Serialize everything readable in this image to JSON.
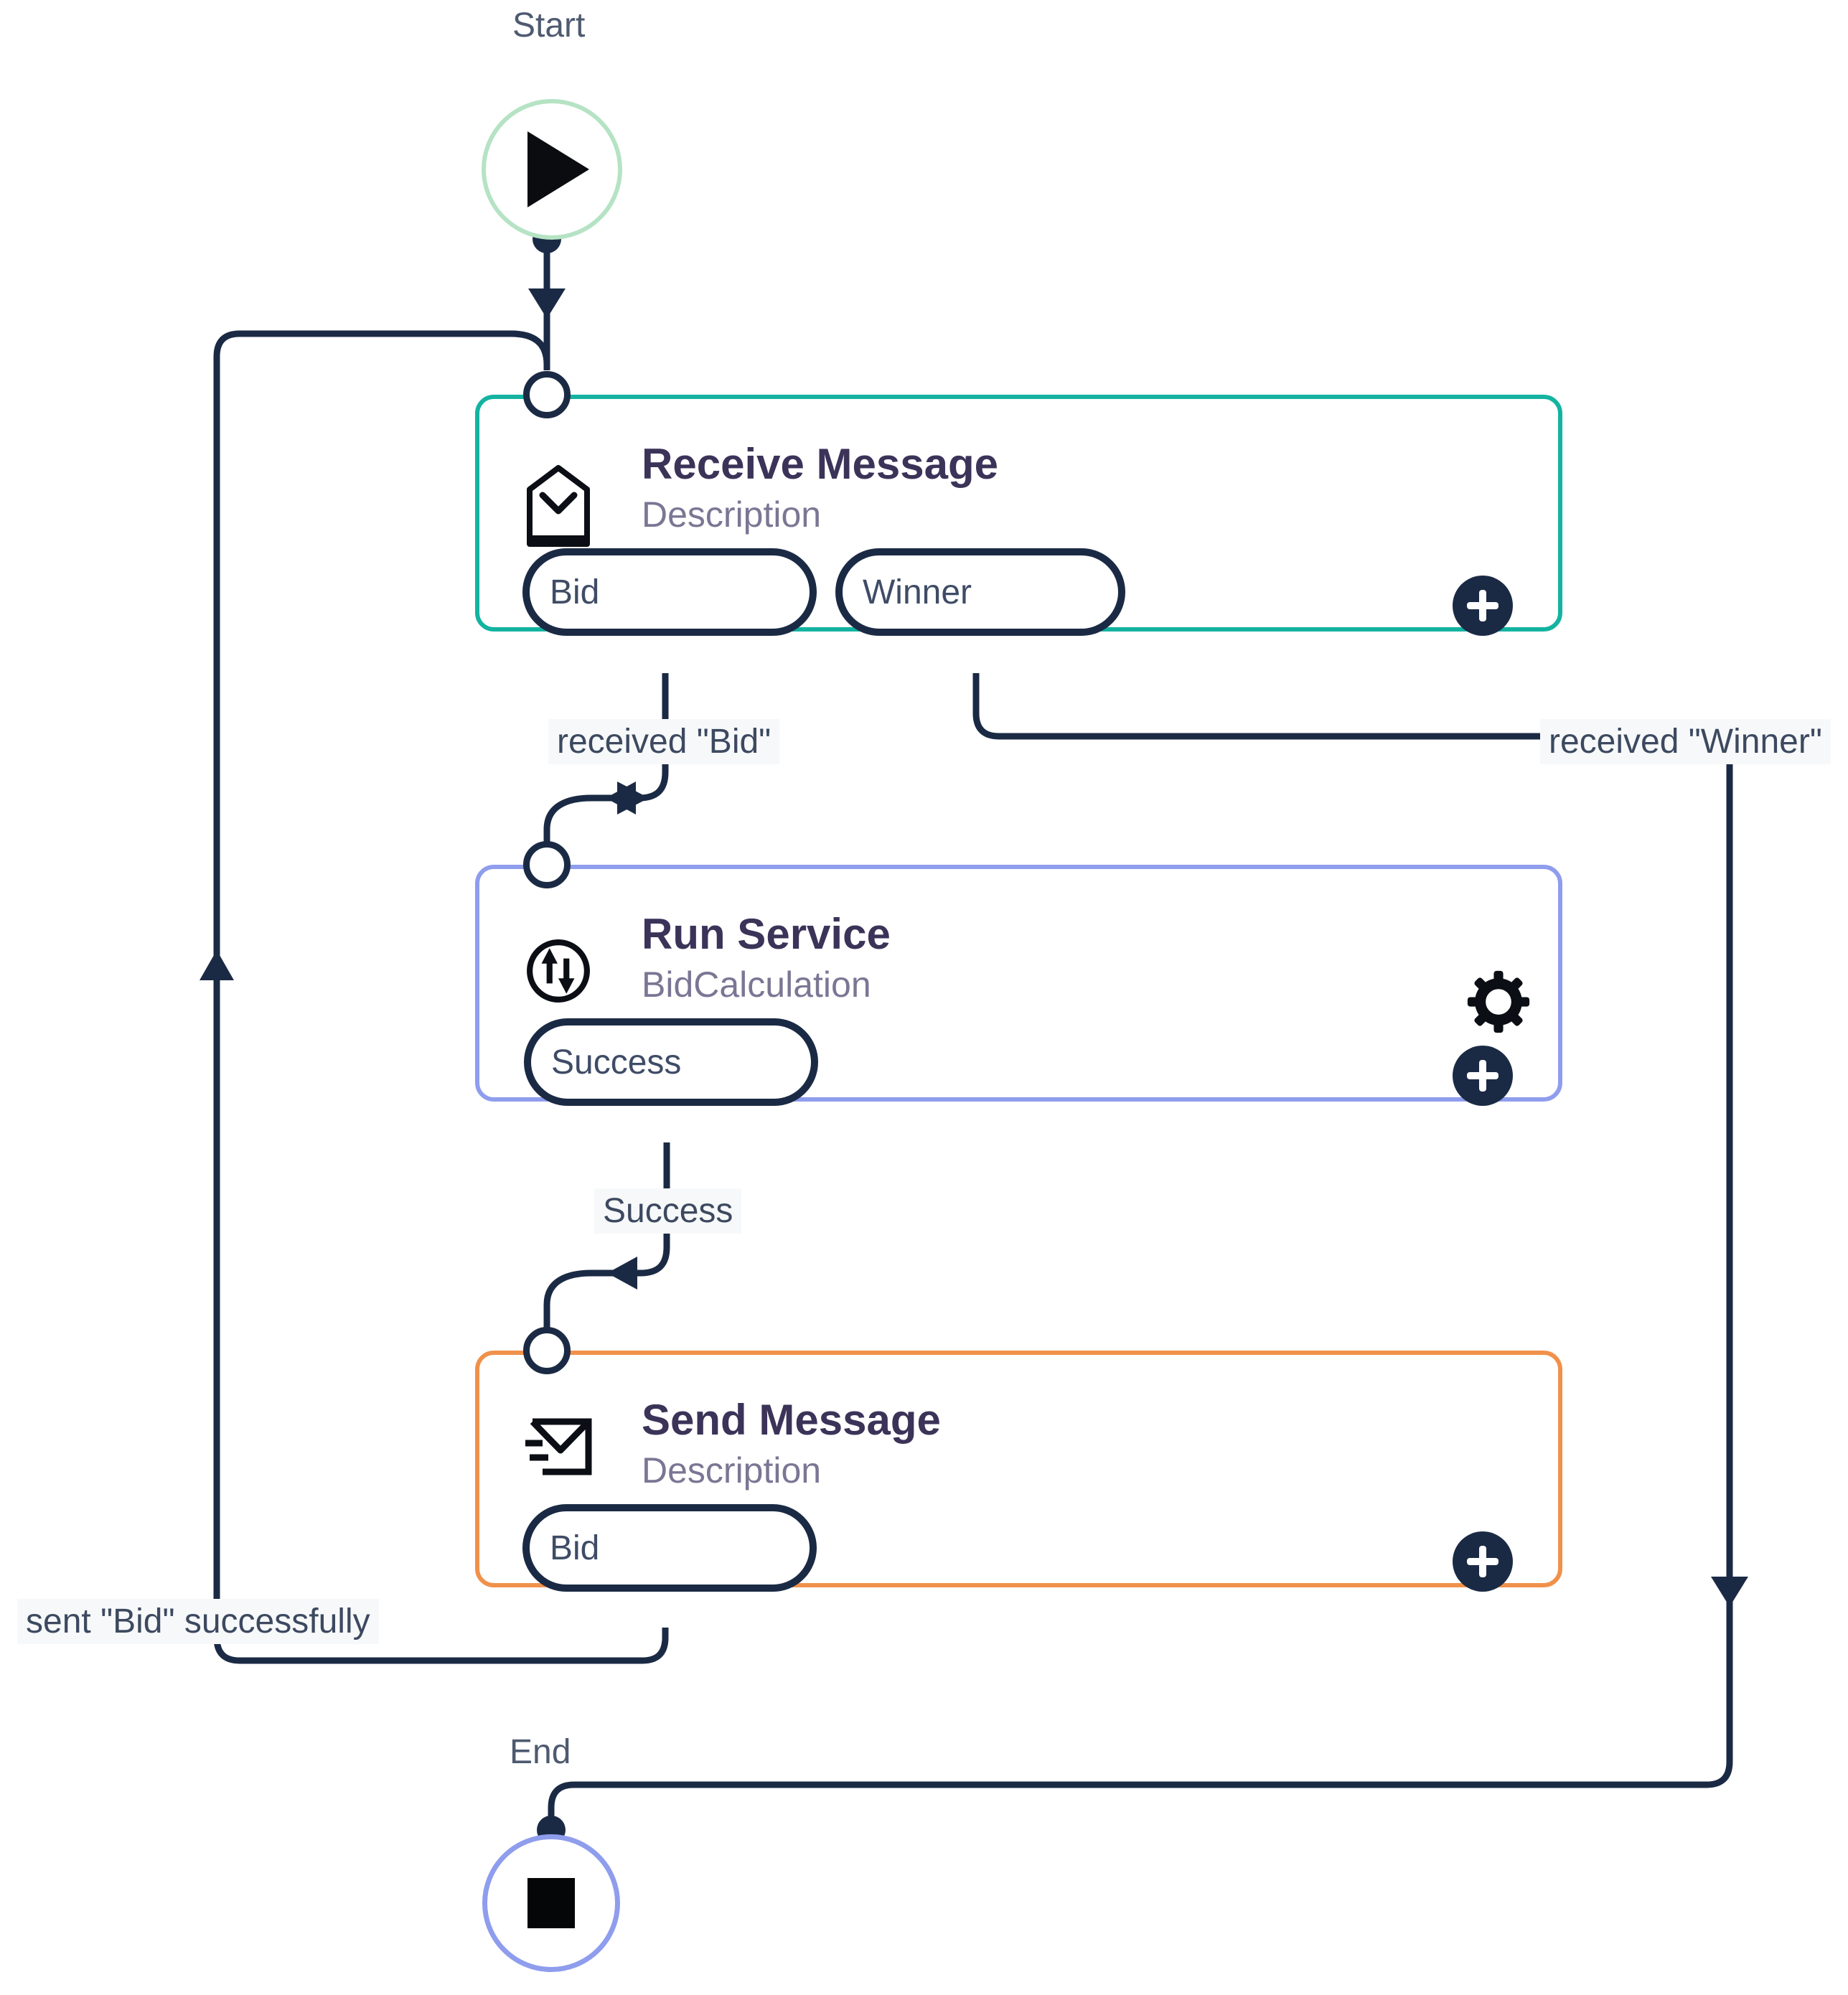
{
  "diagram": {
    "start": {
      "label": "Start"
    },
    "end": {
      "label": "End"
    },
    "nodes": [
      {
        "title": "Receive Message",
        "subtitle": "Description",
        "accent": "#14b3a1",
        "icon": "mail-receive-icon",
        "pills": [
          "Bid",
          "Winner"
        ]
      },
      {
        "title": "Run Service",
        "subtitle": "BidCalculation",
        "accent": "#8f9ded",
        "icon": "sync-arrows-icon",
        "pills": [
          "Success"
        ]
      },
      {
        "title": "Send Message",
        "subtitle": "Description",
        "accent": "#f0914b",
        "icon": "mail-send-icon",
        "pills": [
          "Bid"
        ]
      }
    ],
    "edge_labels": [
      "received \"Bid\"",
      "received \"Winner\"",
      "Success",
      "sent \"Bid\" successfully"
    ],
    "colors": {
      "edge_line": "#1b2a44",
      "receive_accent": "#14b3a1",
      "run_accent": "#8f9ded",
      "send_accent": "#f0914b",
      "start_accent": "#b5e3c4",
      "end_accent": "#8f9ded",
      "title_text": "#3b3358",
      "subtitle_text": "#7b7694",
      "label_text": "#3c4960"
    }
  }
}
